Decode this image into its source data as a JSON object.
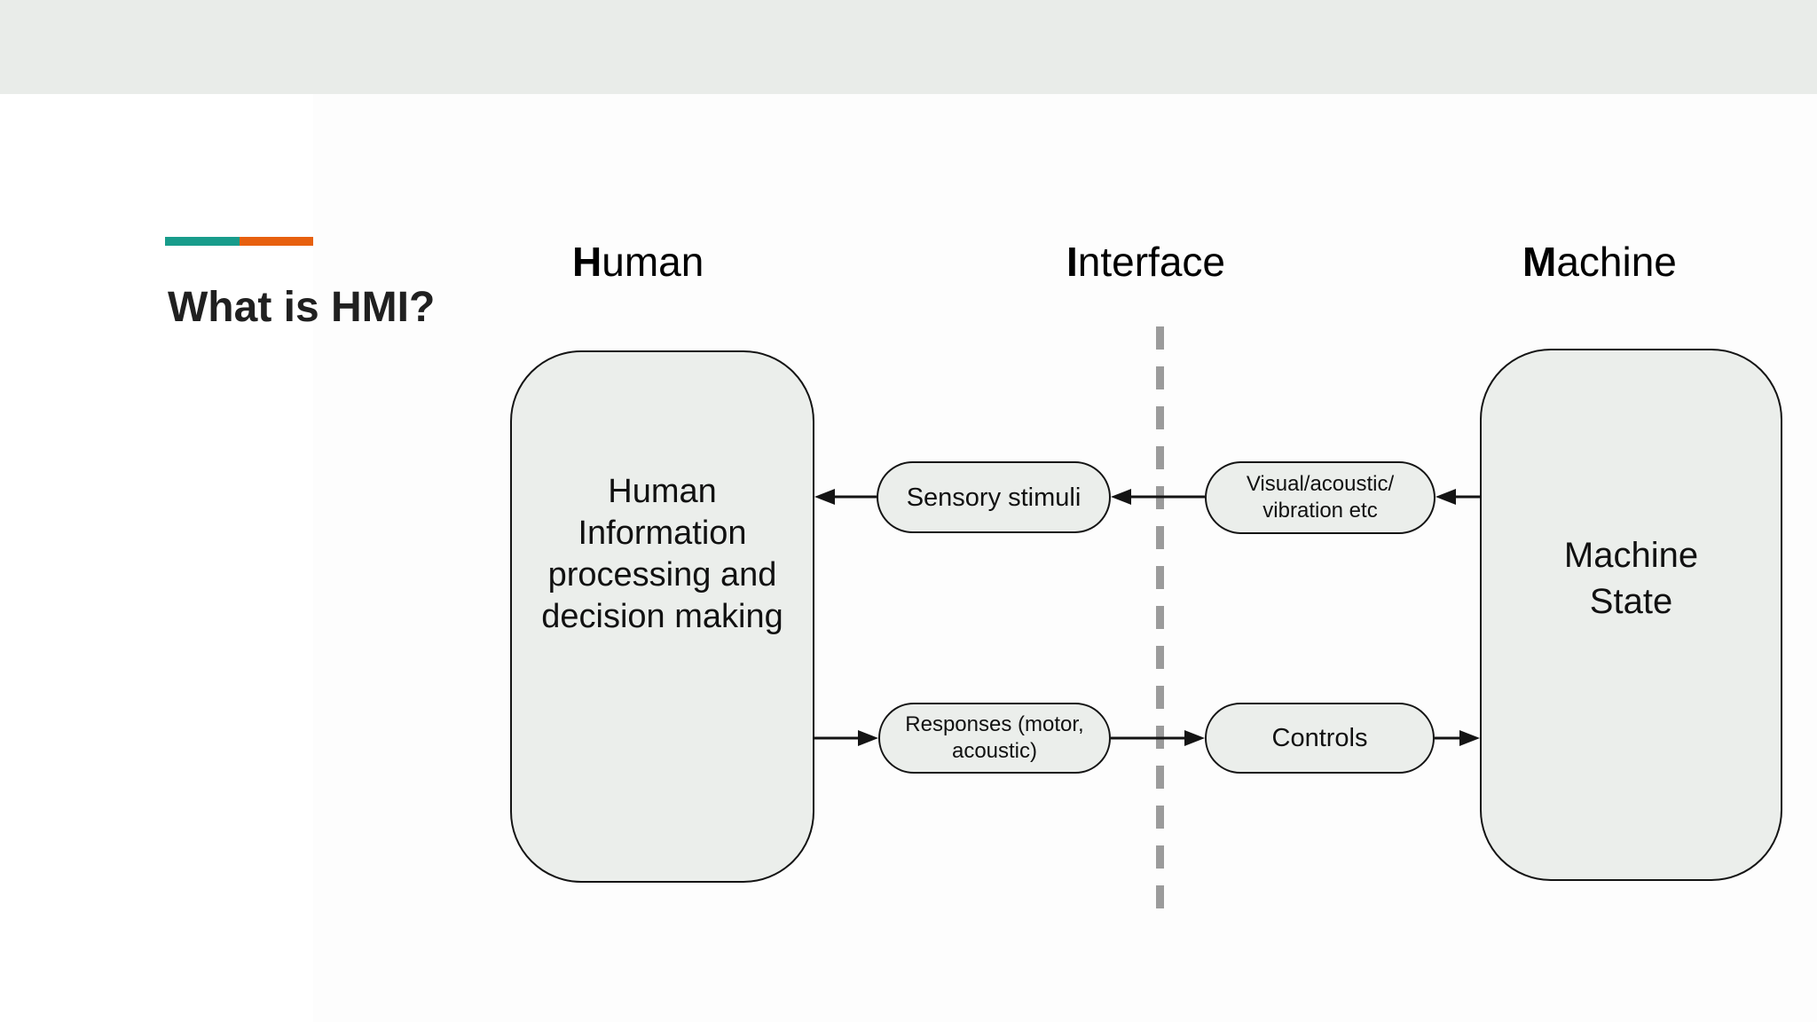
{
  "title": "What is HMI?",
  "columns": [
    {
      "first": "H",
      "rest": "uman"
    },
    {
      "first": "I",
      "rest": "nterface"
    },
    {
      "first": "M",
      "rest": "achine"
    }
  ],
  "human_box": {
    "lines": [
      "Human",
      "Information",
      "processing and",
      "decision making"
    ]
  },
  "machine_box": {
    "lines": [
      "Machine",
      "State"
    ]
  },
  "pills": {
    "sensory": {
      "lines": [
        "Sensory stimuli"
      ]
    },
    "visual": {
      "lines": [
        "Visual/acoustic/",
        "vibration etc"
      ]
    },
    "responses": {
      "lines": [
        "Responses (motor,",
        "acoustic)"
      ]
    },
    "controls": {
      "lines": [
        "Controls"
      ]
    }
  },
  "colors": {
    "band": "#e9ece9",
    "slide": "#fdfdfd",
    "teal": "#189c8b",
    "orange": "#e7600f",
    "fill": "#ebeeeb",
    "border": "#141414",
    "text": "#111111",
    "title": "#202020",
    "dash": "#9b9b9b"
  }
}
